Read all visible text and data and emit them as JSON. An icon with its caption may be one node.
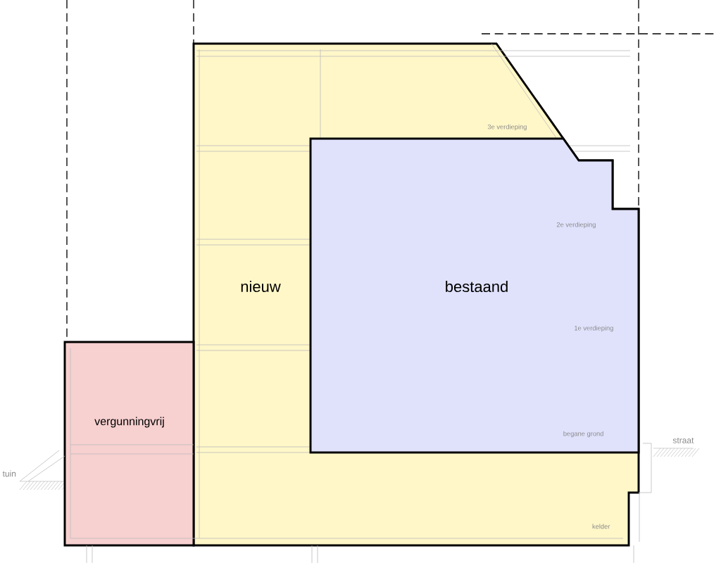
{
  "diagram": {
    "nodes": [
      {
        "text": [
          "nieuw"
        ]
      },
      {
        "text": [
          "bestaand"
        ],
        "in": 0
      },
      {
        "text": [
          "vergunningvrij"
        ]
      }
    ],
    "labels": [
      "3e verdieping",
      "2e verdieping",
      "1e verdieping",
      "begane grond",
      "kelder",
      "tuin",
      "straat"
    ]
  }
}
